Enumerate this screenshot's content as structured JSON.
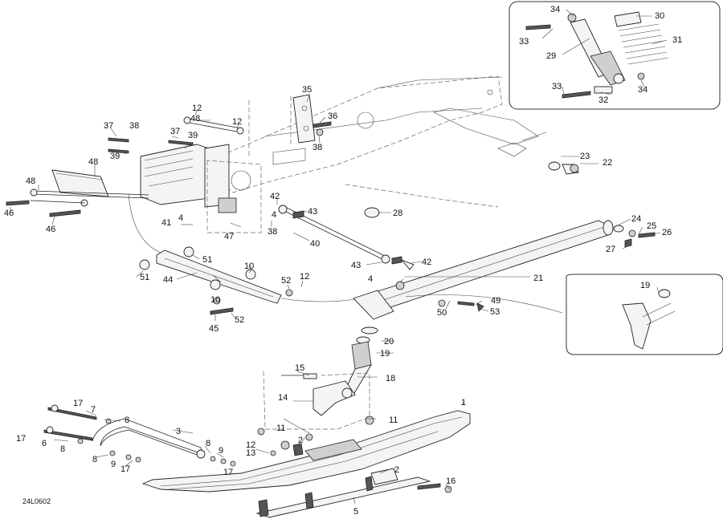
{
  "drawing_code": "24L0602",
  "callouts": {
    "c1": "1",
    "c2": "2",
    "c3": "3",
    "c4": "4",
    "c5": "5",
    "c6": "6",
    "c7": "7",
    "c8": "8",
    "c9": "9",
    "c10": "10",
    "c11": "11",
    "c12": "12",
    "c13": "13",
    "c14": "14",
    "c15": "15",
    "c16": "16",
    "c17": "17",
    "c18": "18",
    "c19": "19",
    "c20": "20",
    "c21": "21",
    "c22": "22",
    "c23": "23",
    "c24": "24",
    "c25": "25",
    "c26": "26",
    "c27": "27",
    "c28": "28",
    "c29": "29",
    "c30": "30",
    "c31": "31",
    "c32": "32",
    "c33": "33",
    "c34": "34",
    "c35": "35",
    "c36": "36",
    "c37": "37",
    "c38": "38",
    "c39": "39",
    "c40": "40",
    "c41": "41",
    "c42": "42",
    "c43": "43",
    "c44": "44",
    "c45": "45",
    "c46": "46",
    "c47": "47",
    "c48": "48",
    "c49": "49",
    "c50": "50",
    "c51": "51",
    "c52": "52",
    "c53": "53"
  }
}
